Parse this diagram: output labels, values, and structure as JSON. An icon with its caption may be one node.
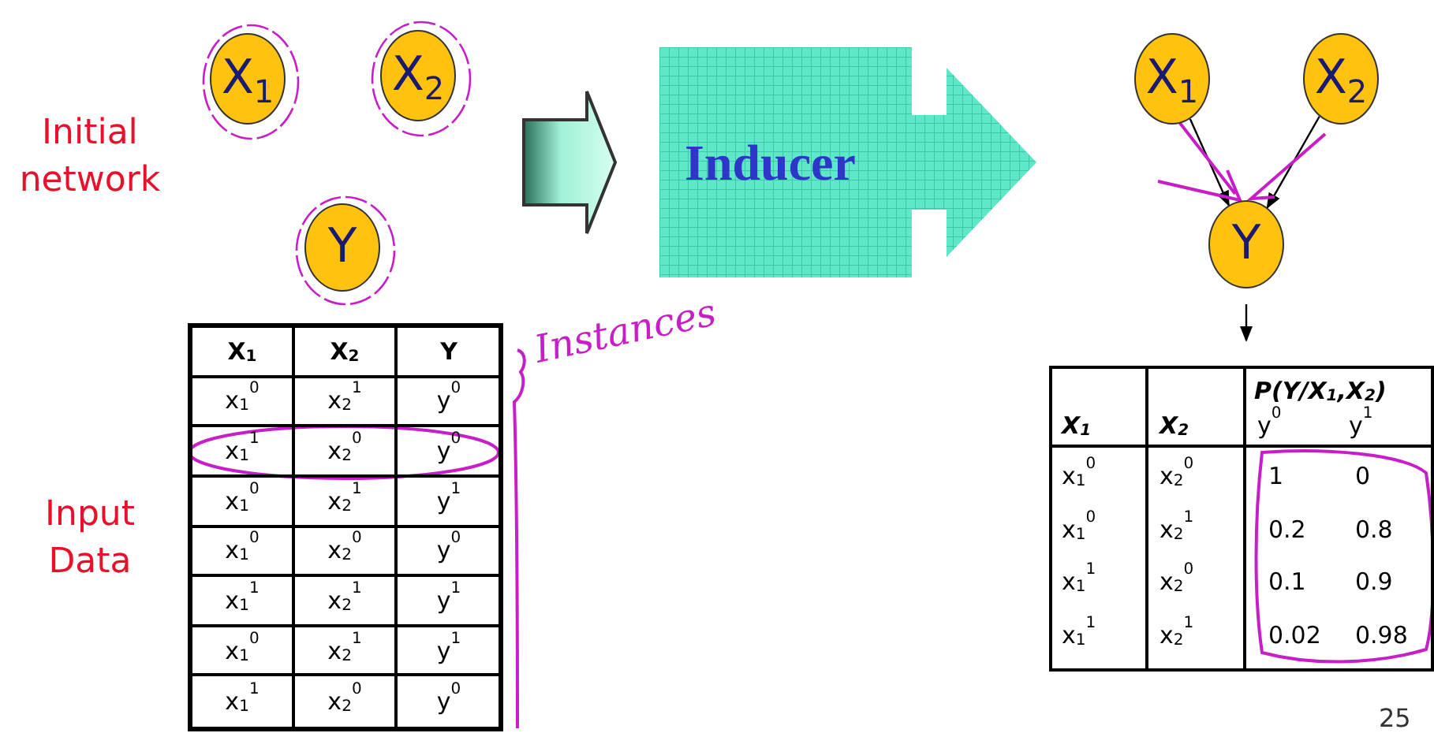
{
  "diagram": {
    "nodes": [
      {
        "text": [
          "X$_{1}$"
        ]
      },
      {
        "text": [
          "X$_{2}$"
        ]
      },
      {
        "text": [
          "Y"
        ]
      },
      {
        "text": [
          "Inducer"
        ]
      },
      {
        "text": [
          "X$_{1}$"
        ]
      },
      {
        "text": [
          "X$_{2}$"
        ]
      },
      {
        "text": [
          "Y"
        ]
      },
      {
        "text": [],
        "shape": "box"
      }
    ],
    "edges": [
      {
        "from": null,
        "to": 3,
        "arrow": "to",
        "style": "thick"
      },
      {
        "from": 4,
        "to": 6,
        "arrow": "to"
      },
      {
        "from": 5,
        "to": 6,
        "arrow": "to"
      },
      {
        "from": 6,
        "to": 7,
        "arrow": "to"
      }
    ],
    "labels": [
      "Initial network",
      "Input Data",
      "Instances",
      "X$_{1}$",
      "X$_{2}$",
      "Y",
      "x$_{1}$$^{0}$",
      "x$_{2}$$^{1}$",
      "y$^{0}$",
      "x$_{1}$$^{1}$",
      "x$_{2}$$^{0}$",
      "y$^{0}$",
      "x$_{1}$$^{0}$",
      "x$_{2}$$^{1}$",
      "y$^{1}$",
      "x$_{1}$$^{0}$",
      "x$_{2}$$^{0}$",
      "y$^{0}$",
      "x$_{1}$$^{1}$",
      "x$_{2}$$^{1}$",
      "y$^{1}$",
      "x$_{1}$$^{0}$",
      "x$_{2}$$^{1}$",
      "y$^{1}$",
      "x$_{1}$$^{1}$",
      "x$_{2}$$^{0}$",
      "y$^{0}$",
      "P(Y/X$_{1}$,X$_{2}$)",
      "X$_{1}$",
      "X$_{2}$",
      "y$^{0}$",
      "y$^{1}$",
      "x$_{1}$$^{0}$",
      "x$_{2}$$^{0}$",
      "1",
      "0",
      "x$_{1}$$^{0}$",
      "x$_{2}$$^{1}$",
      "0.2",
      "0.8",
      "x$_{1}$$^{1}$",
      "x$_{2}$$^{0}$",
      "0.1",
      "0.9",
      "x$_{1}$$^{1}$",
      "x$_{2}$$^{1}$",
      "0.02",
      "0.98",
      "25"
    ]
  }
}
